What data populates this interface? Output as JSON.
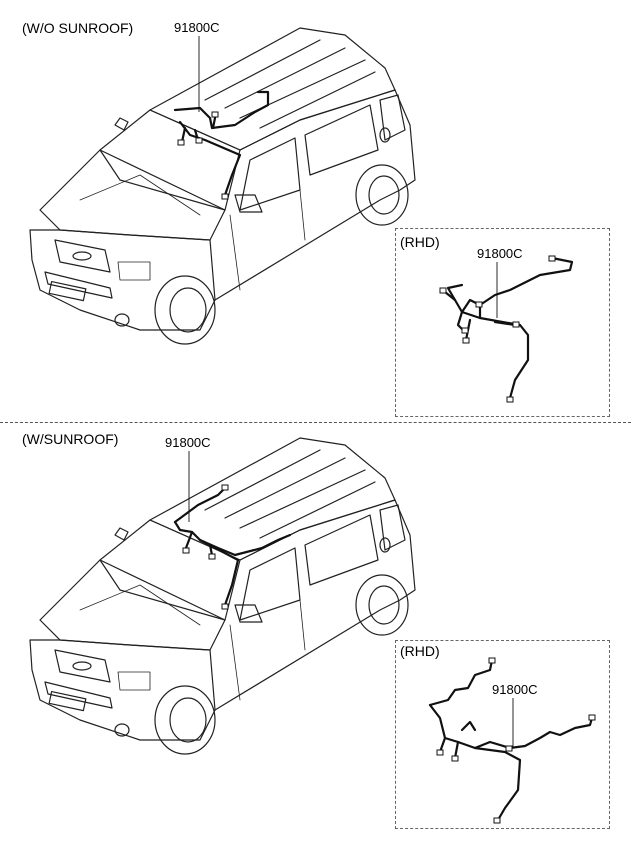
{
  "top_section": {
    "variant_label": "(W/O SUNROOF)",
    "part_callout": "91800C",
    "inset": {
      "label": "(RHD)",
      "part_callout": "91800C"
    }
  },
  "bottom_section": {
    "variant_label": "(W/SUNROOF)",
    "part_callout": "91800C",
    "inset": {
      "label": "(RHD)",
      "part_callout": "91800C"
    }
  }
}
